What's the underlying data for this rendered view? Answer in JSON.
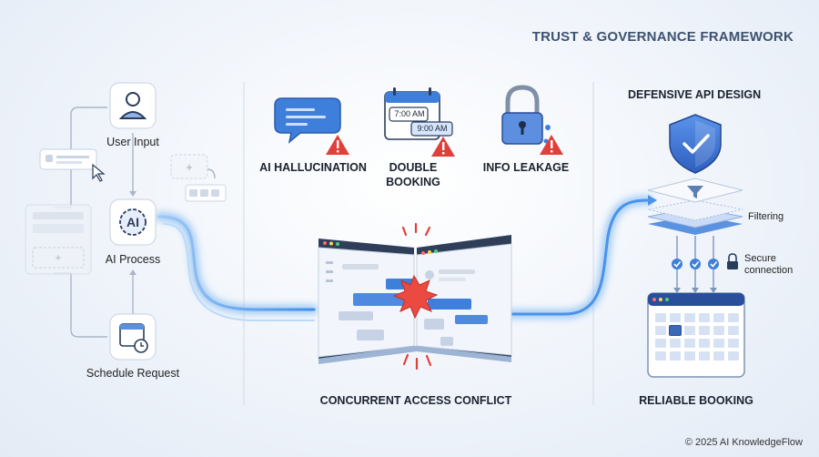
{
  "title": "TRUST & GOVERNANCE FRAMEWORK",
  "left_flow": {
    "user_input": "User Input",
    "ai_process": "AI Process",
    "ai_badge": "AI",
    "schedule_request": "Schedule Request"
  },
  "risks": {
    "hallucination": "AI HALLUCINATION",
    "double_booking": "DOUBLE\nBOOKING",
    "info_leakage": "INFO LEAKAGE",
    "time_1": "7:00 AM",
    "time_2": "9:00 AM"
  },
  "conflict": {
    "label": "CONCURRENT ACCESS CONFLICT"
  },
  "defense": {
    "title": "DEFENSIVE API DESIGN",
    "filtering": "Filtering",
    "secure": "Secure\nconnection",
    "reliable": "RELIABLE BOOKING"
  },
  "footer": "© 2025 AI KnowledgeFlow",
  "colors": {
    "accent": "#3b6fd4",
    "danger": "#e0403a",
    "dark": "#2a3c5c"
  }
}
